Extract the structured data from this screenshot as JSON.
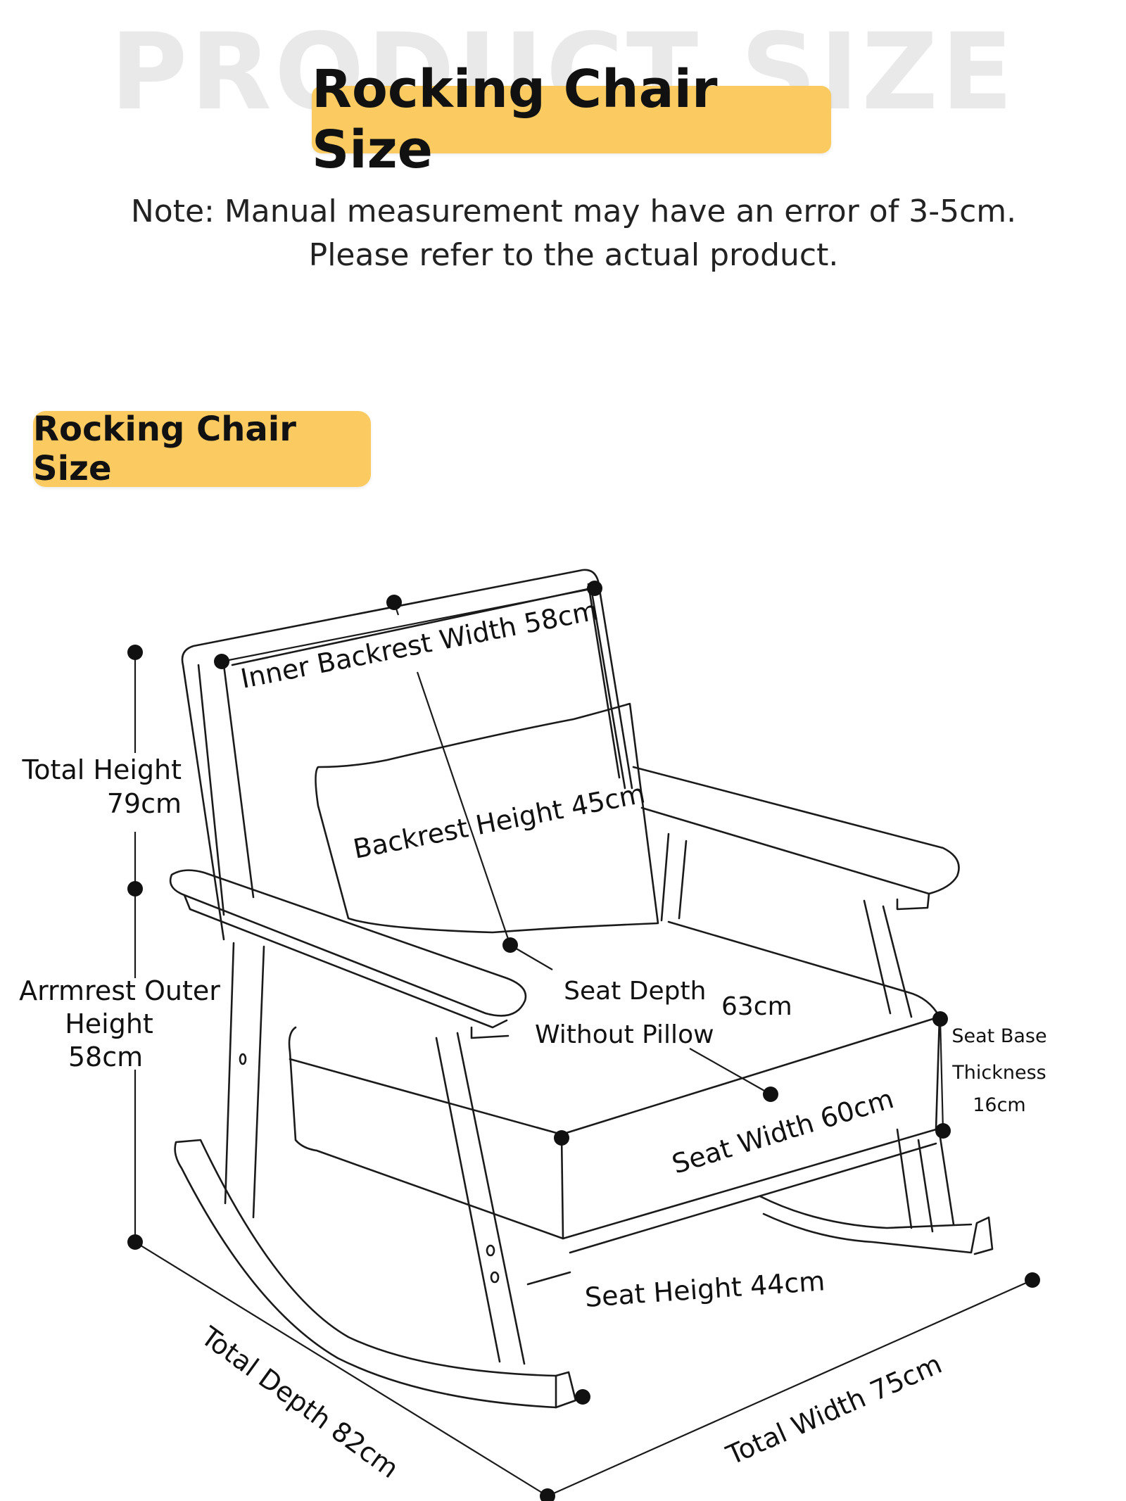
{
  "watermark": "PRODUCT SIZE",
  "title": "Rocking Chair Size",
  "note": {
    "line1": "Note: Manual measurement may have an error of 3-5cm.",
    "line2": "Please refer to the actual product."
  },
  "section_title": "Rocking Chair Size",
  "dimensions": {
    "inner_backrest_width": "Inner Backrest Width 58cm",
    "backrest_height": "Backrest Height 45cm",
    "total_height_label": "Total Height",
    "total_height_value": "79cm",
    "armrest_label_1": "Arrmrest Outer",
    "armrest_label_2": "Height",
    "armrest_value": "58cm",
    "seat_depth_1": "Seat Depth",
    "seat_depth_2": "Without Pillow",
    "seat_depth_value": "63cm",
    "seat_base_1": "Seat Base",
    "seat_base_2": "Thickness",
    "seat_base_value": "16cm",
    "seat_width": "Seat Width 60cm",
    "seat_height": "Seat Height 44cm",
    "total_depth": "Total Depth 82cm",
    "total_width": "Total Width 75cm"
  }
}
